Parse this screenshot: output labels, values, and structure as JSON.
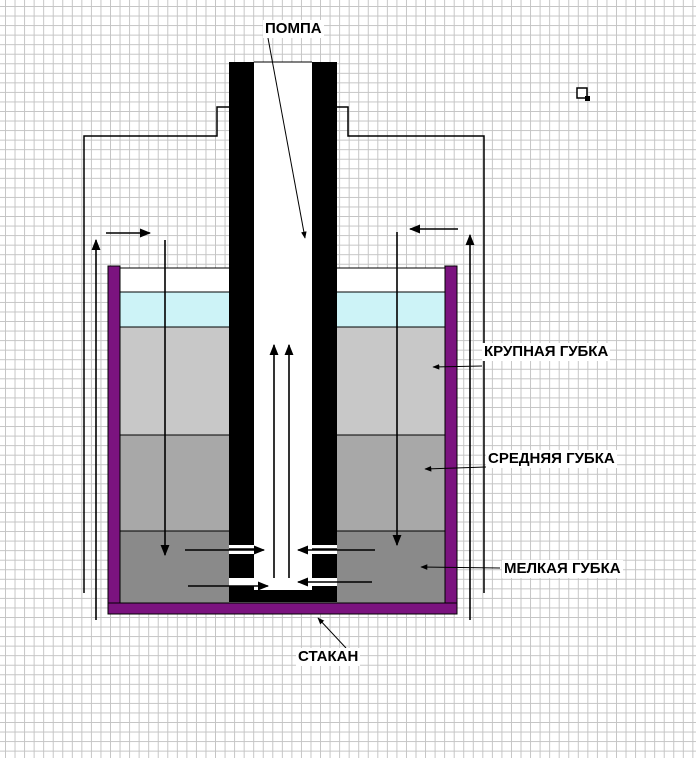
{
  "labels": {
    "pump": "ПОМПА",
    "coarse_sponge": "КРУПНАЯ ГУБКА",
    "medium_sponge": "СРЕДНЯЯ ГУБКА",
    "fine_sponge": "МЕЛКАЯ ГУБКА",
    "glass": "СТАКАН"
  },
  "colors": {
    "water": "#cdf3f7",
    "coarse_sponge": "#c8c8c8",
    "medium_sponge": "#a8a8a8",
    "fine_sponge": "#8a8a8a",
    "glass_wall": "#7b137f",
    "pump_tube": "#000000",
    "grid": "#c4c4c4"
  }
}
